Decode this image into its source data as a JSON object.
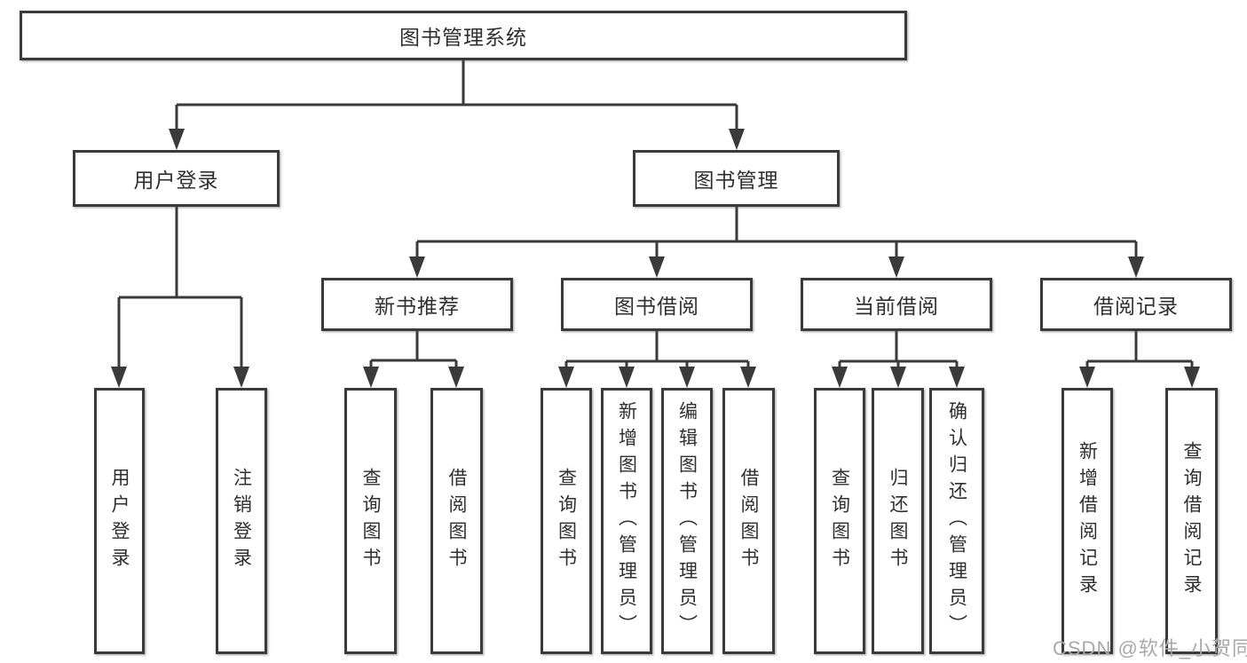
{
  "diagram": {
    "title": "图书管理系统",
    "level2": {
      "user_login": "用户登录",
      "book_management": "图书管理"
    },
    "level3": {
      "new_book_recommendation": "新书推荐",
      "book_borrowing": "图书借阅",
      "current_borrowing": "当前借阅",
      "borrowing_records": "借阅记录"
    },
    "leaves": {
      "user_login": [
        "用户登录",
        "注销登录"
      ],
      "new_book_recommendation": [
        "查询图书",
        "借阅图书"
      ],
      "book_borrowing": [
        "查询图书",
        "新增图书（管理员）",
        "编辑图书（管理员）",
        "借阅图书"
      ],
      "current_borrowing": [
        "查询图书",
        "归还图书",
        "确认归还（管理员）"
      ],
      "borrowing_records": [
        "新增借阅记录",
        "查询借阅记录"
      ]
    },
    "watermark": "CSDN @软件_小贺同学",
    "colors": {
      "line": "#3a3a3a",
      "text": "#2f2f2f",
      "box_background": "#ffffff",
      "watermark": "#a8a8a8"
    }
  }
}
